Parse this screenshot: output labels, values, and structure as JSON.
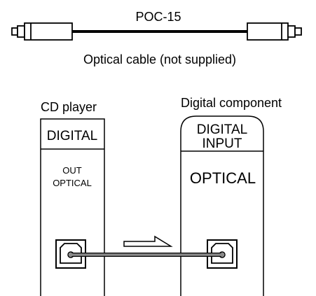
{
  "cable": {
    "model": "POC-15",
    "caption": "Optical cable (not supplied)"
  },
  "cd_player": {
    "title": "CD player",
    "panel_label": "DIGITAL",
    "jack_label_line1": "OUT",
    "jack_label_line2": "OPTICAL"
  },
  "digital_component": {
    "title": "Digital component",
    "panel_label_line1": "DIGITAL",
    "panel_label_line2": "INPUT",
    "jack_label": "OPTICAL"
  },
  "colors": {
    "line": "#000000",
    "cable_connection": "#7a7a7a",
    "background": "#ffffff"
  },
  "icons": {
    "connector": "optical-plug-icon",
    "jack": "optical-jack-icon",
    "direction": "signal-direction-arrow-icon"
  }
}
